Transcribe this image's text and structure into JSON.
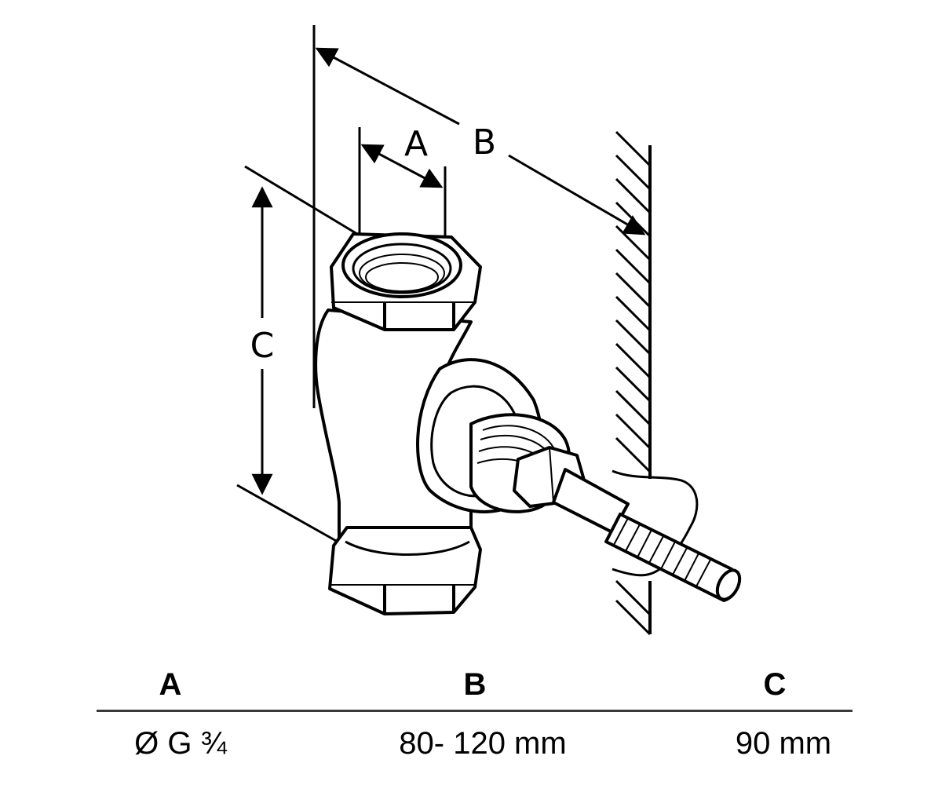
{
  "diagram": {
    "labels": {
      "a": "A",
      "b": "B",
      "c": "C"
    }
  },
  "table": {
    "headers": {
      "a": "A",
      "b": "B",
      "c": "C"
    },
    "values": {
      "a": "Ø G ¾",
      "b": "80- 120 mm",
      "c": "90 mm"
    }
  },
  "colors": {
    "line": "#000000",
    "rule": "#3a3a3a",
    "background": "#ffffff"
  }
}
